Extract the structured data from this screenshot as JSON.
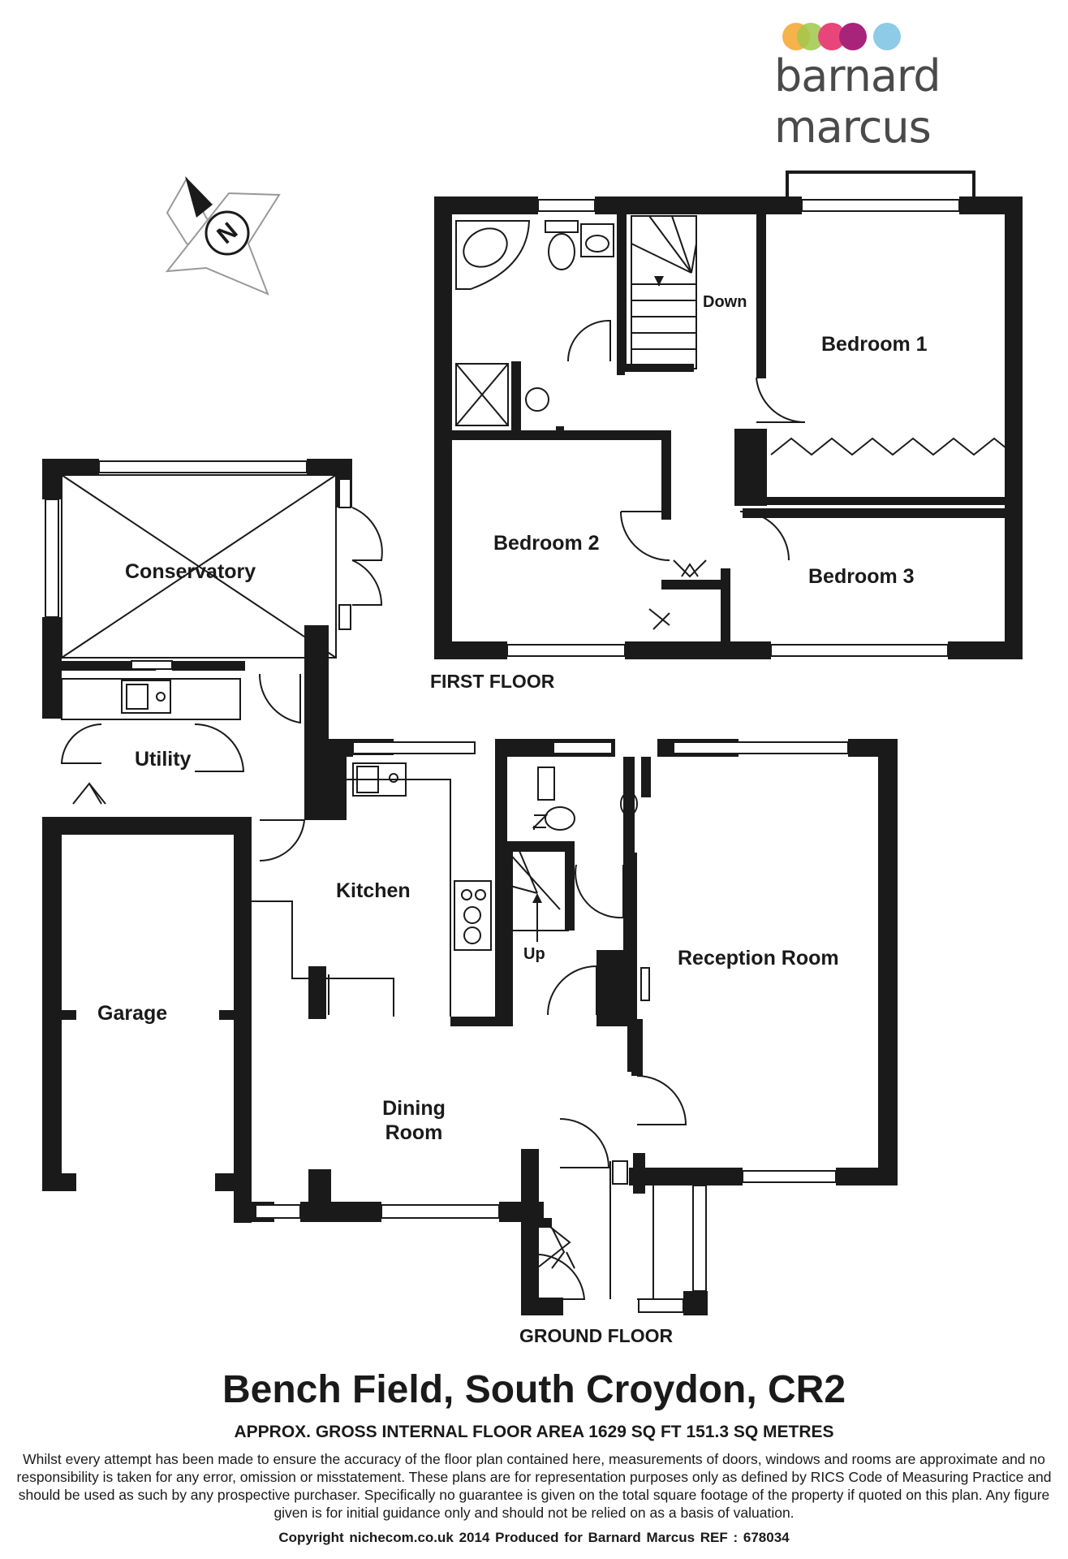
{
  "brand": {
    "name": "barnard marcus",
    "dot_colors": [
      "#f4a52b",
      "#9fc84a",
      "#e8457a",
      "#a8237a",
      "#8ecbe6"
    ]
  },
  "compass": {
    "letter": "N"
  },
  "floors": {
    "first": {
      "label": "FIRST FLOOR",
      "rooms": {
        "bedroom1": "Bedroom 1",
        "bedroom2": "Bedroom 2",
        "bedroom3": "Bedroom 3"
      },
      "stairs_label": "Down"
    },
    "ground": {
      "label": "GROUND FLOOR",
      "rooms": {
        "conservatory": "Conservatory",
        "utility": "Utility",
        "kitchen": "Kitchen",
        "garage": "Garage",
        "dining_line1": "Dining",
        "dining_line2": "Room",
        "reception": "Reception Room"
      },
      "stairs_label": "Up"
    }
  },
  "property": {
    "address": "Bench Field, South Croydon, CR2",
    "area": "APPROX. GROSS INTERNAL FLOOR AREA 1629 SQ FT 151.3 SQ METRES",
    "disclaimer": "Whilst every attempt has been made to ensure the accuracy of the floor plan contained here, measurements of doors, windows and rooms are approximate and no responsibility is taken for any error, omission or misstatement. These plans are for representation purposes only as defined by RICS Code of Measuring Practice and should be used as such by any prospective purchaser.  Specifically no guarantee is given on the total square footage of the property if quoted on this plan. Any figure given is for initial guidance only and should not be relied on as a basis of valuation.",
    "copyright": "Copyright nichecom.co.uk 2014    Produced for Barnard Marcus    REF : 678034"
  }
}
